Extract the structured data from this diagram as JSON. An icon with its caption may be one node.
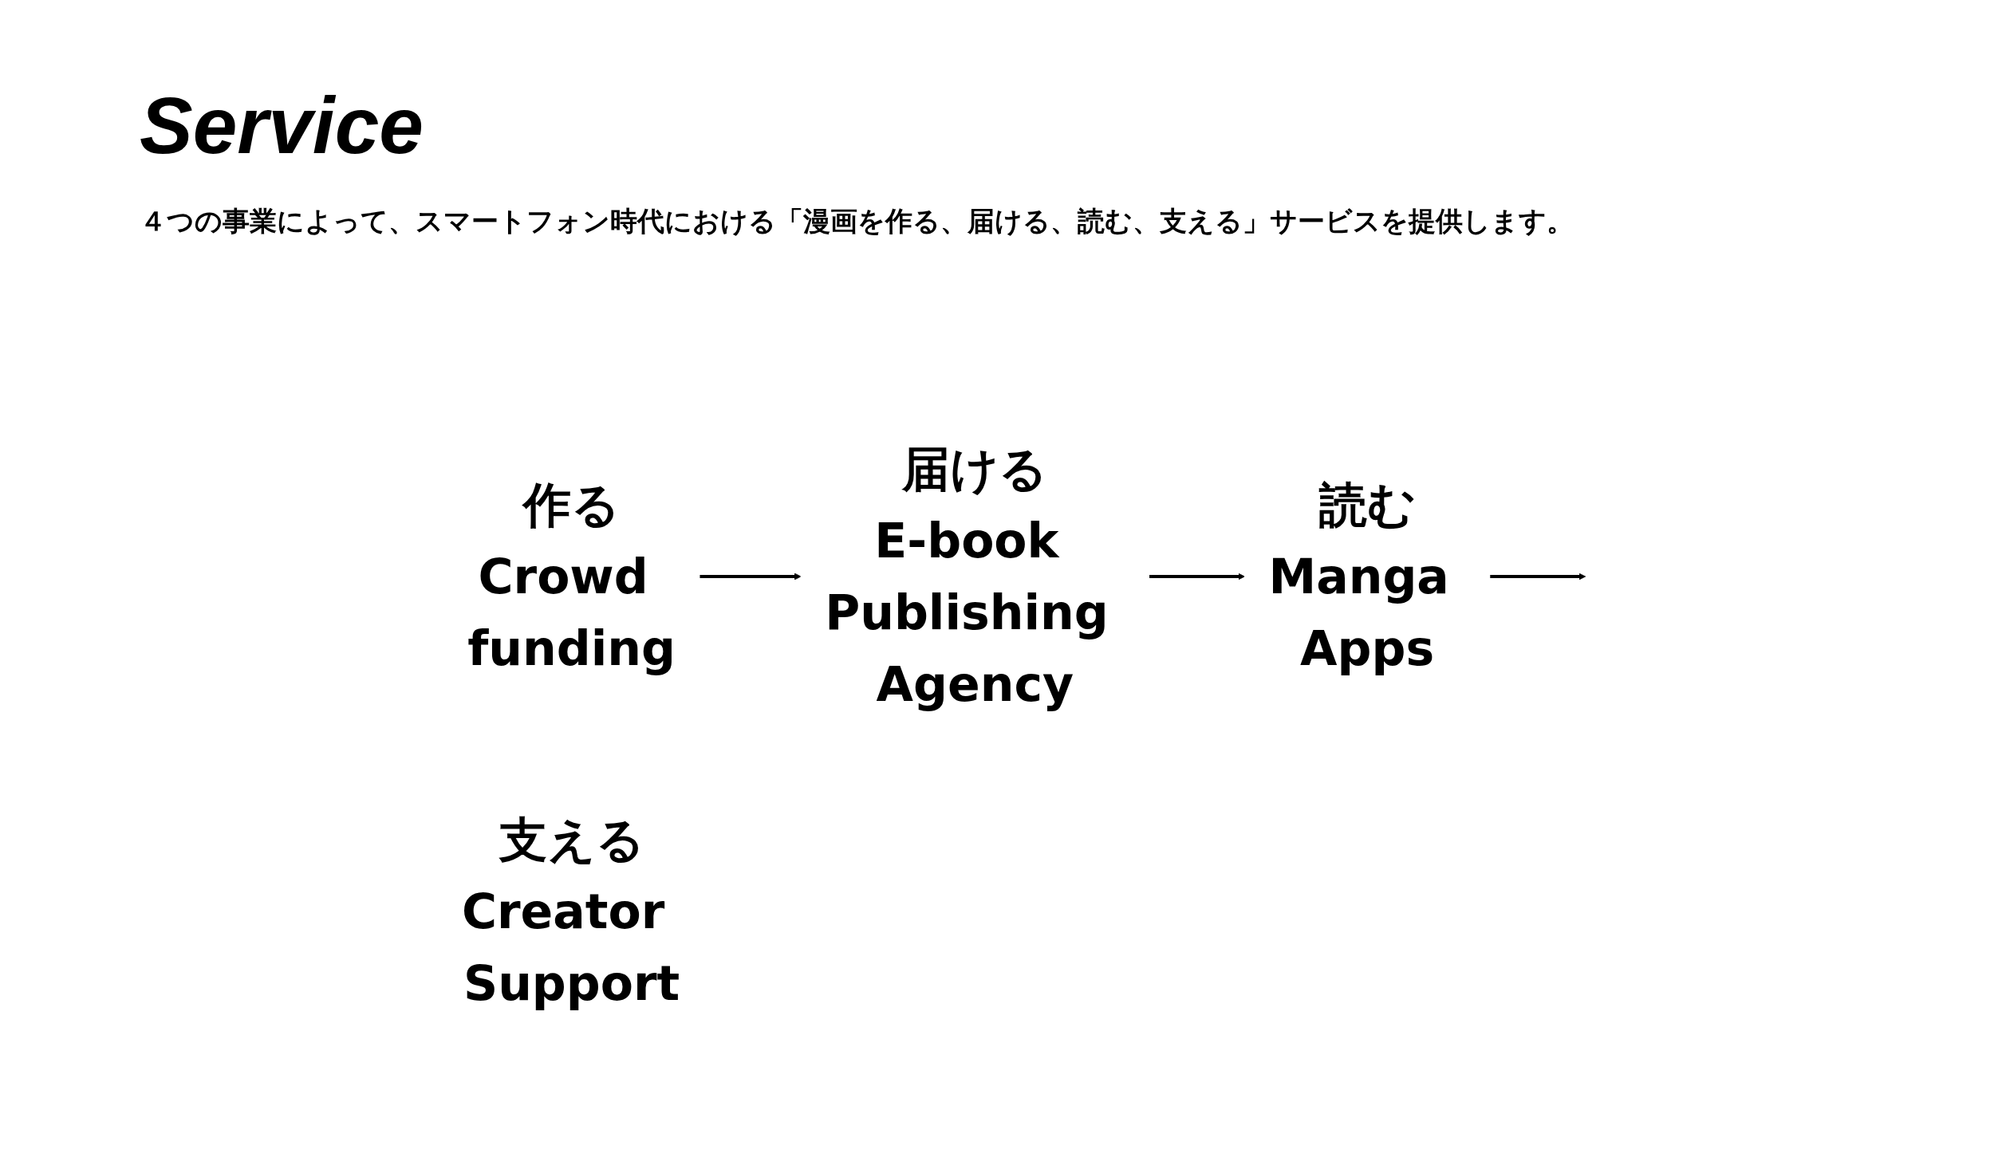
{
  "diagram": {
    "title": "Service",
    "nodes": [
      {
        "text": [
          "作る",
          "Crowd funding"
        ]
      },
      {
        "text": [
          "届ける",
          "E-book Publishing Agency"
        ]
      },
      {
        "text": [
          "読む",
          "Manga Apps"
        ]
      },
      {
        "text": [
          "支える",
          "Creator Support"
        ]
      }
    ],
    "edges": [
      {
        "from": 0,
        "to": 1,
        "arrow": "to"
      },
      {
        "from": 1,
        "to": 2,
        "arrow": "to"
      },
      {
        "from": 2,
        "to": null,
        "arrow": "to"
      }
    ],
    "labels": [
      "４つの事業によって、スマートフォン時代における「漫画を作る、届ける、読む、支える」サービスを提供します。"
    ]
  }
}
